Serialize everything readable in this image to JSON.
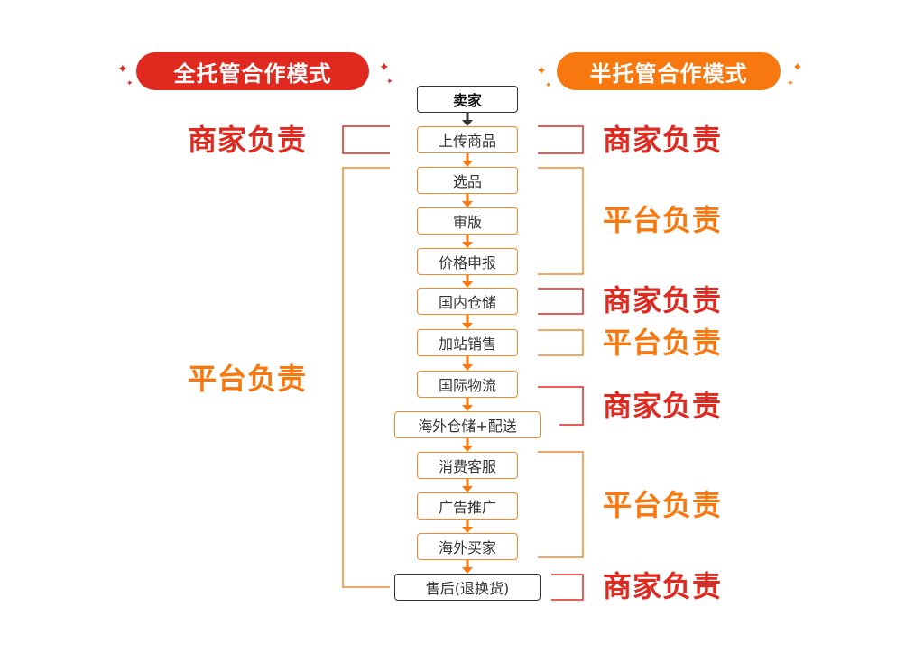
{
  "banners": {
    "full": "全托管合作模式",
    "semi": "半托管合作模式"
  },
  "flow": {
    "seller": "卖家",
    "steps": [
      "上传商品",
      "选品",
      "审版",
      "价格申报",
      "国内仓储",
      "加站销售",
      "国际物流",
      "海外仓储+配送",
      "消费客服",
      "广告推广",
      "海外买家",
      "售后(退换货)"
    ]
  },
  "full_labels": {
    "merchant": "商家负责",
    "platform": "平台负责"
  },
  "semi_labels": [
    "商家负责",
    "平台负责",
    "商家负责",
    "平台负责",
    "商家负责",
    "平台负责",
    "商家负责"
  ],
  "colors": {
    "red": "#E02A1F",
    "orange": "#F6780F",
    "box_border": "#F08A2A",
    "dark": "#333333"
  }
}
